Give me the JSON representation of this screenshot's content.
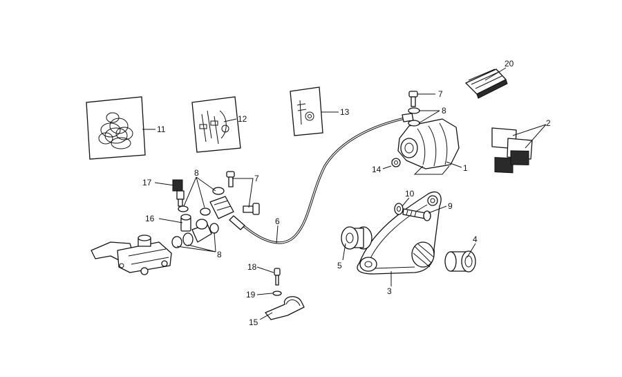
{
  "diagram": {
    "callouts": [
      {
        "id": "c1",
        "label": "1"
      },
      {
        "id": "c2",
        "label": "2"
      },
      {
        "id": "c3",
        "label": "3"
      },
      {
        "id": "c4",
        "label": "4"
      },
      {
        "id": "c5",
        "label": "5"
      },
      {
        "id": "c6",
        "label": "6"
      },
      {
        "id": "c7a",
        "label": "7"
      },
      {
        "id": "c7b",
        "label": "7"
      },
      {
        "id": "c8a",
        "label": "8"
      },
      {
        "id": "c8b",
        "label": "8"
      },
      {
        "id": "c8c",
        "label": "8"
      },
      {
        "id": "c9",
        "label": "9"
      },
      {
        "id": "c10",
        "label": "10"
      },
      {
        "id": "c11",
        "label": "11"
      },
      {
        "id": "c12",
        "label": "12"
      },
      {
        "id": "c13",
        "label": "13"
      },
      {
        "id": "c14",
        "label": "14"
      },
      {
        "id": "c15",
        "label": "15"
      },
      {
        "id": "c16",
        "label": "16"
      },
      {
        "id": "c17",
        "label": "17"
      },
      {
        "id": "c18",
        "label": "18"
      },
      {
        "id": "c19",
        "label": "19"
      },
      {
        "id": "c20",
        "label": "20"
      }
    ]
  }
}
